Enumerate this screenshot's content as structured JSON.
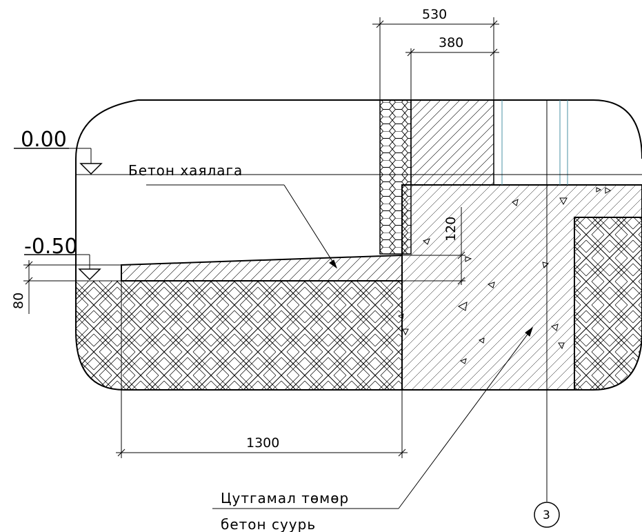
{
  "levels": {
    "ground": "0.00",
    "floor": "-0.50"
  },
  "dimensions": {
    "insulation_plus_wall": "530",
    "wall": "380",
    "step": "120",
    "slab": "80",
    "slab_length": "1300"
  },
  "labels": {
    "concrete_pad": "Бетон хаялага",
    "foundation_line1": "Цутгамал төмөр",
    "foundation_line2": "бетон суурь"
  },
  "axis_marker": "3",
  "colors": {
    "line": "#000000",
    "hatch": "#000000",
    "glazing": "#4a90a4",
    "background": "#ffffff"
  }
}
